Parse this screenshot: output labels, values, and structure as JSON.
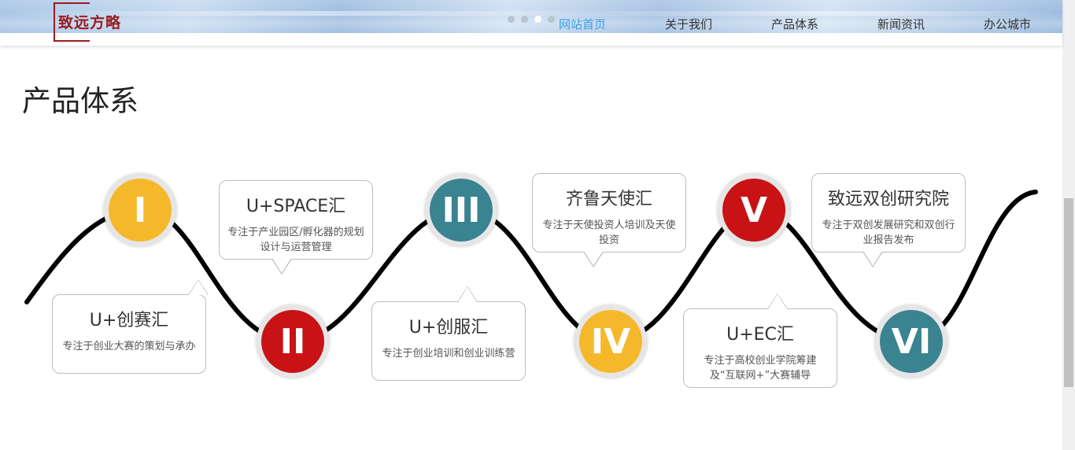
{
  "header": {
    "logo_text": "致远方略",
    "nav": [
      {
        "label": "网站首页",
        "active": true
      },
      {
        "label": "关于我们",
        "active": false
      },
      {
        "label": "产品体系",
        "active": false
      },
      {
        "label": "新闻资讯",
        "active": false
      },
      {
        "label": "办公城市",
        "active": false
      }
    ],
    "carousel_dots": 4,
    "carousel_active_index": 2
  },
  "section": {
    "title": "产品体系"
  },
  "colors": {
    "yellow": "#f6b82b",
    "red": "#c81216",
    "teal": "#3a8390",
    "nav_active": "#3aa0e6",
    "logo": "#9b1b1f"
  },
  "steps": [
    {
      "numeral": "I",
      "color": "#f6b82b",
      "title": "U+创赛汇",
      "desc": "专注于创业大赛的策划与承办"
    },
    {
      "numeral": "II",
      "color": "#c81216",
      "title": "U+SPACE汇",
      "desc": "专注于产业园区/孵化器的规划设计与运营管理"
    },
    {
      "numeral": "III",
      "color": "#3a8390",
      "title": "U+创服汇",
      "desc": "专注于创业培训和创业训练营"
    },
    {
      "numeral": "IV",
      "color": "#f6b82b",
      "title": "齐鲁天使汇",
      "desc": "专注于天使投资人培训及天使投资"
    },
    {
      "numeral": "V",
      "color": "#c81216",
      "title": "U+EC汇",
      "desc": "专注于高校创业学院筹建及“互联网+”大赛辅导"
    },
    {
      "numeral": "VI",
      "color": "#3a8390",
      "title": "致远双创研究院",
      "desc": "专注于双创发展研究和双创行业报告发布"
    }
  ]
}
